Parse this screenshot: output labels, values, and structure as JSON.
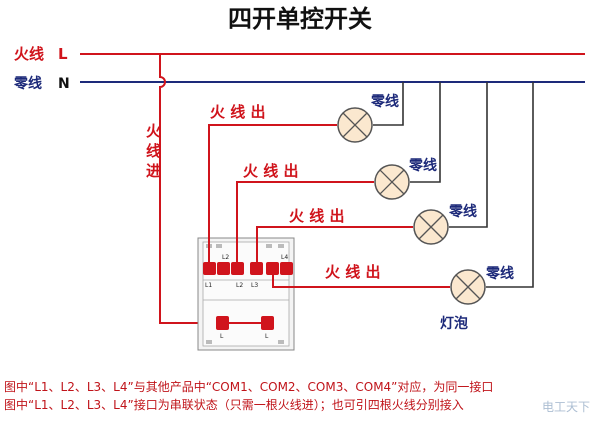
{
  "title": "四开单控开关",
  "lines": {
    "live_label": "火线",
    "live_letter": "L",
    "neutral_label": "零线",
    "neutral_letter": "N"
  },
  "live_in_chars": [
    "火",
    "线",
    "进"
  ],
  "live_out_label": "火 线 出",
  "neutral_label": "零线",
  "bulb_label": "灯泡",
  "switch_terminals": {
    "top": [
      "L2",
      "L4"
    ],
    "bottom": [
      "L1",
      "L2",
      "L3"
    ],
    "lower": [
      "L",
      "L"
    ]
  },
  "notes": [
    "图中“L1、L2、L3、L4”与其他产品中“COM1、COM2、COM3、COM4”对应，为同一接口",
    "图中“L1、L2、L3、L4”接口为串联状态（只需一根火线进）；也可引四根火线分别接入"
  ],
  "watermark": "电工天下",
  "colors": {
    "live_wire": "#d0141c",
    "neutral_wire": "#1d2a7a",
    "lamp_wire": "#333333",
    "bulb_fill": "#fbe8cf"
  }
}
